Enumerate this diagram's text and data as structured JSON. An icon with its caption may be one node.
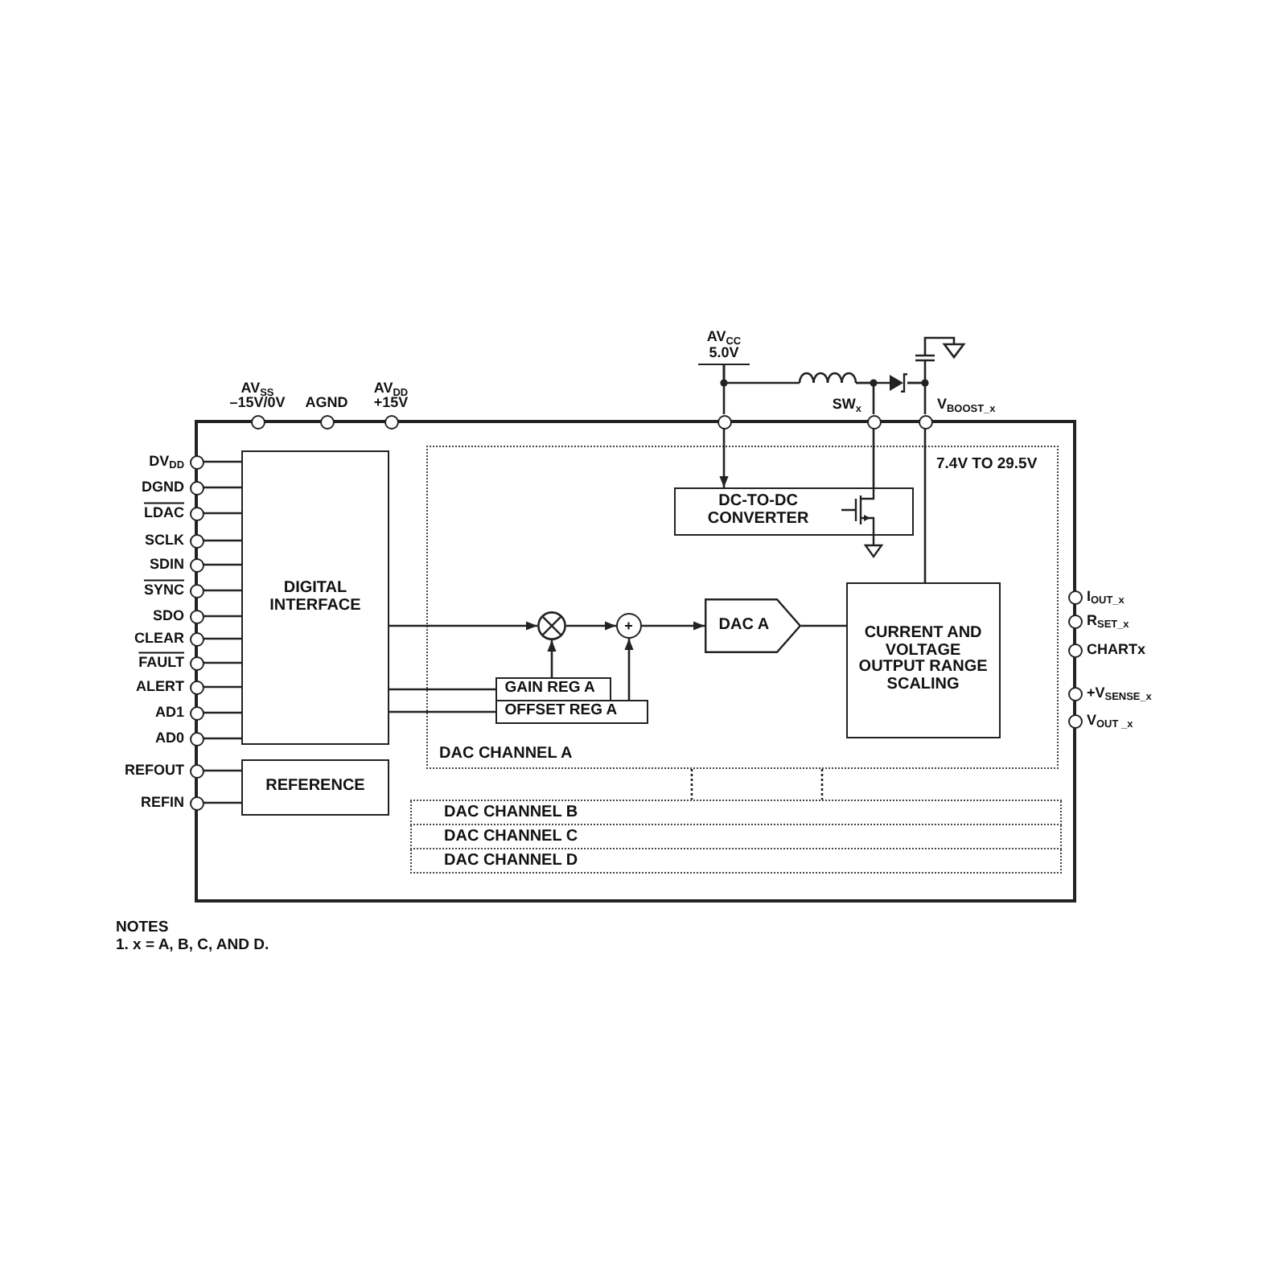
{
  "diagram": {
    "nodes": [
      {
        "text": [
          "AV$_{CC}$",
          "5.0V"
        ]
      },
      {
        "text": [],
        "shape": "coil"
      },
      {
        "text": [],
        "shape": "diode"
      },
      {
        "text": [],
        "shape": "capacitor"
      },
      {
        "text": [],
        "shape": "circle",
        "beside": [
          "AV$_{SS}$",
          "–15V/0V"
        ]
      },
      {
        "text": [],
        "shape": "circle",
        "beside": [
          "AGND"
        ]
      },
      {
        "text": [],
        "shape": "circle",
        "beside": [
          "AV$_{DD}$",
          "+15V"
        ]
      },
      {
        "text": [],
        "shape": "circle"
      },
      {
        "text": [],
        "shape": "circle",
        "beside": [
          "SW$_{x}$"
        ]
      },
      {
        "text": [],
        "shape": "circle",
        "beside": [
          "V$_{BOOST_x}$"
        ]
      },
      {
        "text": [],
        "shape": "box"
      },
      {
        "text": [],
        "shape": "circle",
        "beside": [
          "DV$_{DD}$"
        ]
      },
      {
        "text": [],
        "shape": "circle",
        "beside": [
          "DGND"
        ]
      },
      {
        "text": [],
        "shape": "circle",
        "beside": [
          "LDAC"
        ]
      },
      {
        "text": [],
        "shape": "circle",
        "beside": [
          "SCLK"
        ]
      },
      {
        "text": [],
        "shape": "circle",
        "beside": [
          "SDIN"
        ]
      },
      {
        "text": [],
        "shape": "circle",
        "beside": [
          "SYNC"
        ]
      },
      {
        "text": [],
        "shape": "circle",
        "beside": [
          "SDO"
        ]
      },
      {
        "text": [],
        "shape": "circle",
        "beside": [
          "CLEAR"
        ]
      },
      {
        "text": [],
        "shape": "circle",
        "beside": [
          "FAULT"
        ]
      },
      {
        "text": [],
        "shape": "circle",
        "beside": [
          "ALERT"
        ]
      },
      {
        "text": [],
        "shape": "circle",
        "beside": [
          "AD1"
        ]
      },
      {
        "text": [],
        "shape": "circle",
        "beside": [
          "AD0"
        ]
      },
      {
        "text": [],
        "shape": "circle",
        "beside": [
          "REFOUT"
        ]
      },
      {
        "text": [],
        "shape": "circle",
        "beside": [
          "REFIN"
        ]
      },
      {
        "text": [
          "DIGITAL INTERFACE"
        ],
        "in": 10
      },
      {
        "text": [
          "DAC CHANNEL A"
        ],
        "in": 10
      },
      {
        "text": [
          "DC-TO-DC CONVERTER"
        ],
        "in": 26
      },
      {
        "text": [],
        "shape": "circle",
        "in": 26
      },
      {
        "text": [
          "+"
        ],
        "in": 26
      },
      {
        "text": [
          "DAC A"
        ],
        "in": 26
      },
      {
        "text": [
          "CURRENT AND VOLTAGE OUTPUT RANGE SCALING"
        ],
        "in": 26
      },
      {
        "text": [
          "GAIN REG A"
        ],
        "in": 26
      },
      {
        "text": [
          "OFFSET REG A"
        ],
        "in": 26
      },
      {
        "text": [
          "REFERENCE"
        ],
        "in": 10
      },
      {
        "text": [
          "DAC CHANNEL B"
        ],
        "in": 10
      },
      {
        "text": [
          "DAC CHANNEL C"
        ],
        "in": 10
      },
      {
        "text": [
          "DAC CHANNEL D"
        ],
        "in": 10
      },
      {
        "text": [],
        "shape": "circle",
        "beside": [
          "I$_{OUT_x}$"
        ]
      },
      {
        "text": [],
        "shape": "circle",
        "beside": [
          "R$_{SET_x}$"
        ]
      },
      {
        "text": [],
        "shape": "circle",
        "beside": [
          "CHARTx"
        ]
      },
      {
        "text": [],
        "shape": "circle",
        "beside": [
          "+V$_{SENSE_x}$"
        ]
      },
      {
        "text": [],
        "shape": "circle",
        "beside": [
          "V$_{OUT _x}$"
        ]
      }
    ],
    "edges": [
      {
        "from": 0,
        "to": 7,
        "arrow": "none"
      },
      {
        "from": 0,
        "to": 1,
        "arrow": "none"
      },
      {
        "from": 1,
        "to": 8,
        "arrow": "none"
      },
      {
        "from": 1,
        "to": 2,
        "arrow": "none"
      },
      {
        "from": 2,
        "to": 9,
        "arrow": "none"
      },
      {
        "from": 2,
        "to": 3,
        "arrow": "none"
      },
      {
        "from": 7,
        "to": 27,
        "arrow": "to"
      },
      {
        "from": 8,
        "to": 27,
        "arrow": "none"
      },
      {
        "from": 9,
        "to": 31,
        "arrow": "none"
      },
      {
        "from": 11,
        "to": 25,
        "arrow": "none"
      },
      {
        "from": 12,
        "to": 25,
        "arrow": "none"
      },
      {
        "from": 13,
        "to": 25,
        "arrow": "none"
      },
      {
        "from": 14,
        "to": 25,
        "arrow": "none"
      },
      {
        "from": 15,
        "to": 25,
        "arrow": "none"
      },
      {
        "from": 16,
        "to": 25,
        "arrow": "none"
      },
      {
        "from": 17,
        "to": 25,
        "arrow": "none"
      },
      {
        "from": 18,
        "to": 25,
        "arrow": "none"
      },
      {
        "from": 19,
        "to": 25,
        "arrow": "none"
      },
      {
        "from": 20,
        "to": 25,
        "arrow": "none"
      },
      {
        "from": 21,
        "to": 25,
        "arrow": "none"
      },
      {
        "from": 22,
        "to": 25,
        "arrow": "none"
      },
      {
        "from": 23,
        "to": 34,
        "arrow": "none"
      },
      {
        "from": 24,
        "to": 34,
        "arrow": "none"
      },
      {
        "from": 25,
        "to": 28,
        "arrow": "to"
      },
      {
        "from": 25,
        "to": 32,
        "arrow": "none"
      },
      {
        "from": 25,
        "to": 33,
        "arrow": "none"
      },
      {
        "from": 32,
        "to": 28,
        "arrow": "to"
      },
      {
        "from": 28,
        "to": 29,
        "arrow": "to"
      },
      {
        "from": 33,
        "to": 29,
        "arrow": "to"
      },
      {
        "from": 29,
        "to": 30,
        "arrow": "to"
      },
      {
        "from": 30,
        "to": 31,
        "arrow": "none"
      },
      {
        "from": 26,
        "to": 35,
        "arrow": "none",
        "style": "dashed"
      },
      {
        "from": 26,
        "to": 35,
        "arrow": "none",
        "style": "dashed"
      }
    ],
    "labels": [
      "7.4V TO 29.5V",
      "NOTES",
      "1. x = A, B, C, AND D."
    ]
  }
}
